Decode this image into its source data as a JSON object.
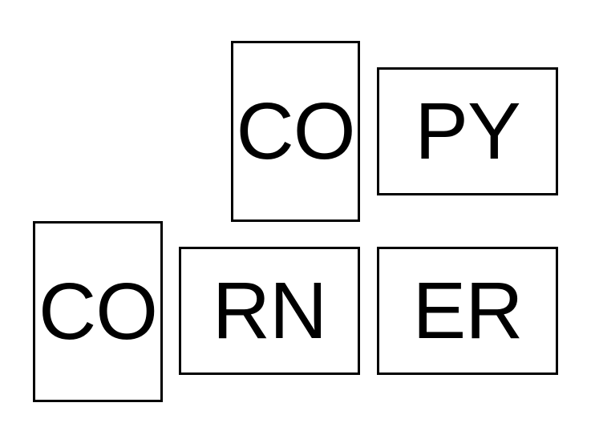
{
  "tiles": [
    {
      "text": "CO"
    },
    {
      "text": "PY"
    },
    {
      "text": "CO"
    },
    {
      "text": "RN"
    },
    {
      "text": "ER"
    }
  ]
}
